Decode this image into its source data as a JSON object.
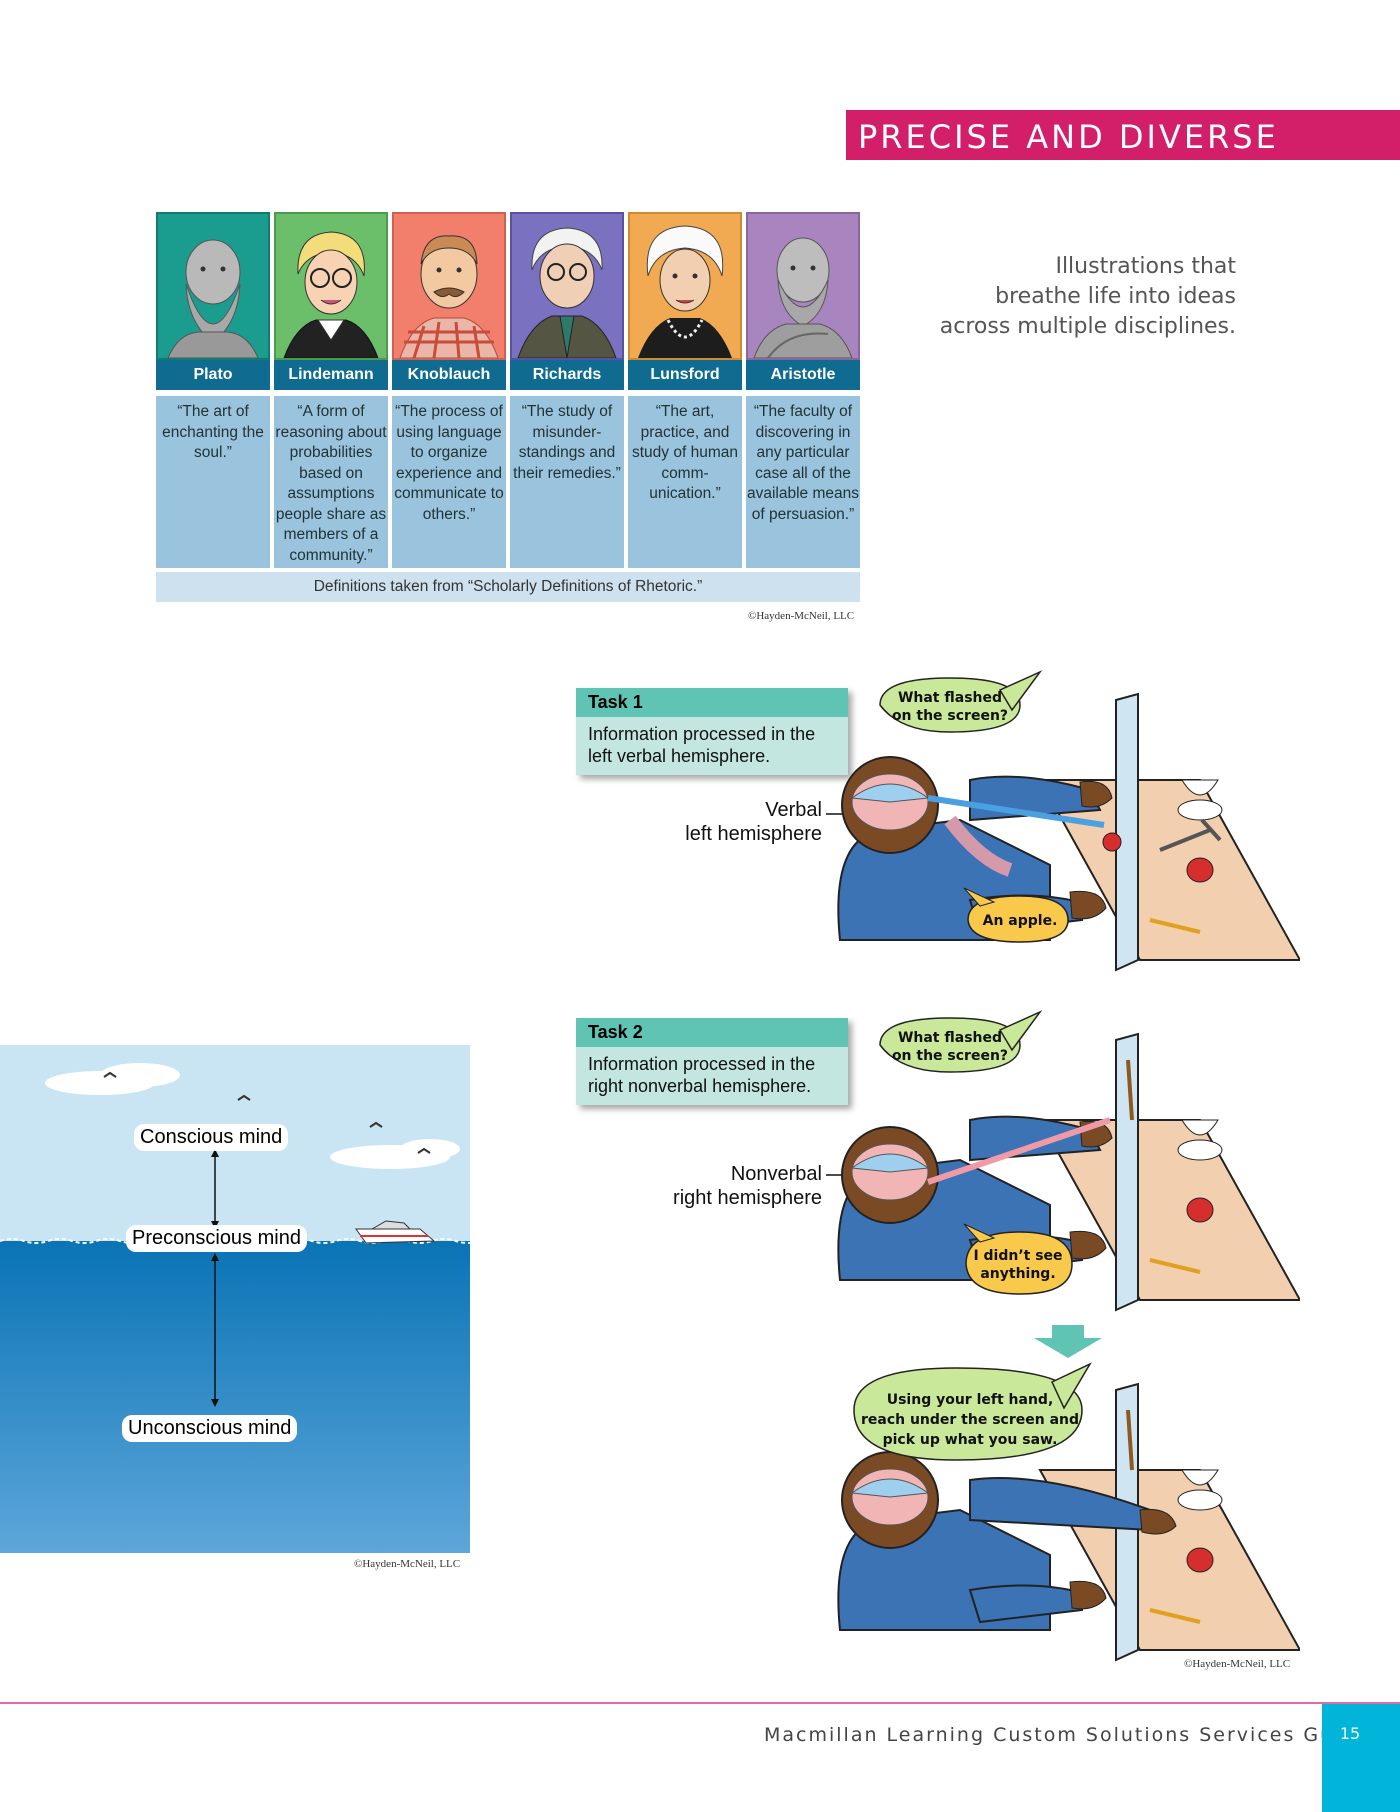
{
  "header": {
    "banner_title": "PRECISE AND DIVERSE"
  },
  "tagline": [
    "Illustrations that",
    "breathe life into ideas",
    "across multiple disciplines."
  ],
  "rhetoric_figure": {
    "scholars": [
      {
        "name": "Plato",
        "definition": "“The art of enchanting the soul.”",
        "color": "#1a9c8e"
      },
      {
        "name": "Lindemann",
        "definition": "“A form of reasoning about probabilities based on assumptions people share as members of a community.”",
        "color": "#6bbf6b"
      },
      {
        "name": "Knoblauch",
        "definition": "“The process of using language to organize experience and communicate to others.”",
        "color": "#f27e6c"
      },
      {
        "name": "Richards",
        "definition": "“The study of misunder-standings and their remedies.”",
        "color": "#7a72c0"
      },
      {
        "name": "Lunsford",
        "definition": "“The art, practice, and study of human comm-unication.”",
        "color": "#f2aa52"
      },
      {
        "name": "Aristotle",
        "definition": "“The faculty of discovering in any particular case all of the available means of persuasion.”",
        "color": "#a985c0"
      }
    ],
    "source_note": "Definitions taken from “Scholarly Definitions of Rhetoric.”",
    "copyright": "©Hayden-McNeil, LLC"
  },
  "brain_figure": {
    "task1": {
      "title": "Task 1",
      "body": "Information processed in the left verbal hemisphere."
    },
    "task2": {
      "title": "Task 2",
      "body": "Information processed in the right nonverbal hemisphere."
    },
    "label_verbal": [
      "Verbal",
      "left hemisphere"
    ],
    "label_nonverbal": [
      "Nonverbal",
      "right hemisphere"
    ],
    "bubble_q1": [
      "What flashed",
      "on the screen?"
    ],
    "bubble_a1": "An apple.",
    "bubble_q2": [
      "What flashed",
      "on the screen?"
    ],
    "bubble_a2": [
      "I didn’t see",
      "anything."
    ],
    "bubble_instr": [
      "Using your left hand,",
      "reach under the screen and",
      "pick up what you saw."
    ],
    "copyright": "©Hayden-McNeil, LLC"
  },
  "mind_figure": {
    "conscious": "Conscious mind",
    "preconscious": "Preconscious mind",
    "unconscious": "Unconscious mind",
    "copyright": "©Hayden-McNeil, LLC"
  },
  "footer": {
    "guide_title": "Macmillan Learning Custom Solutions Services Guide",
    "page_number": "15"
  }
}
